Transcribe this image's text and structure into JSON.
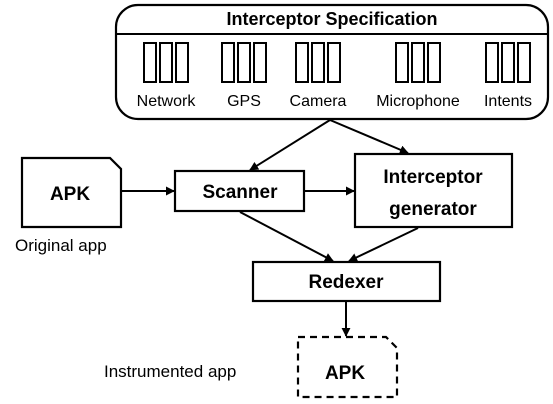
{
  "spec": {
    "title": "Interceptor Specification",
    "categories": [
      {
        "key": "network",
        "label": "Network"
      },
      {
        "key": "gps",
        "label": "GPS"
      },
      {
        "key": "camera",
        "label": "Camera"
      },
      {
        "key": "microphone",
        "label": "Microphone"
      },
      {
        "key": "intents",
        "label": "Intents"
      }
    ]
  },
  "nodes": {
    "apk_in": {
      "label": "APK",
      "caption": "Original app"
    },
    "scanner": {
      "label": "Scanner"
    },
    "generator": {
      "line1": "Interceptor",
      "line2": "generator"
    },
    "redexer": {
      "label": "Redexer"
    },
    "apk_out": {
      "label": "APK",
      "caption": "Instrumented app"
    }
  }
}
